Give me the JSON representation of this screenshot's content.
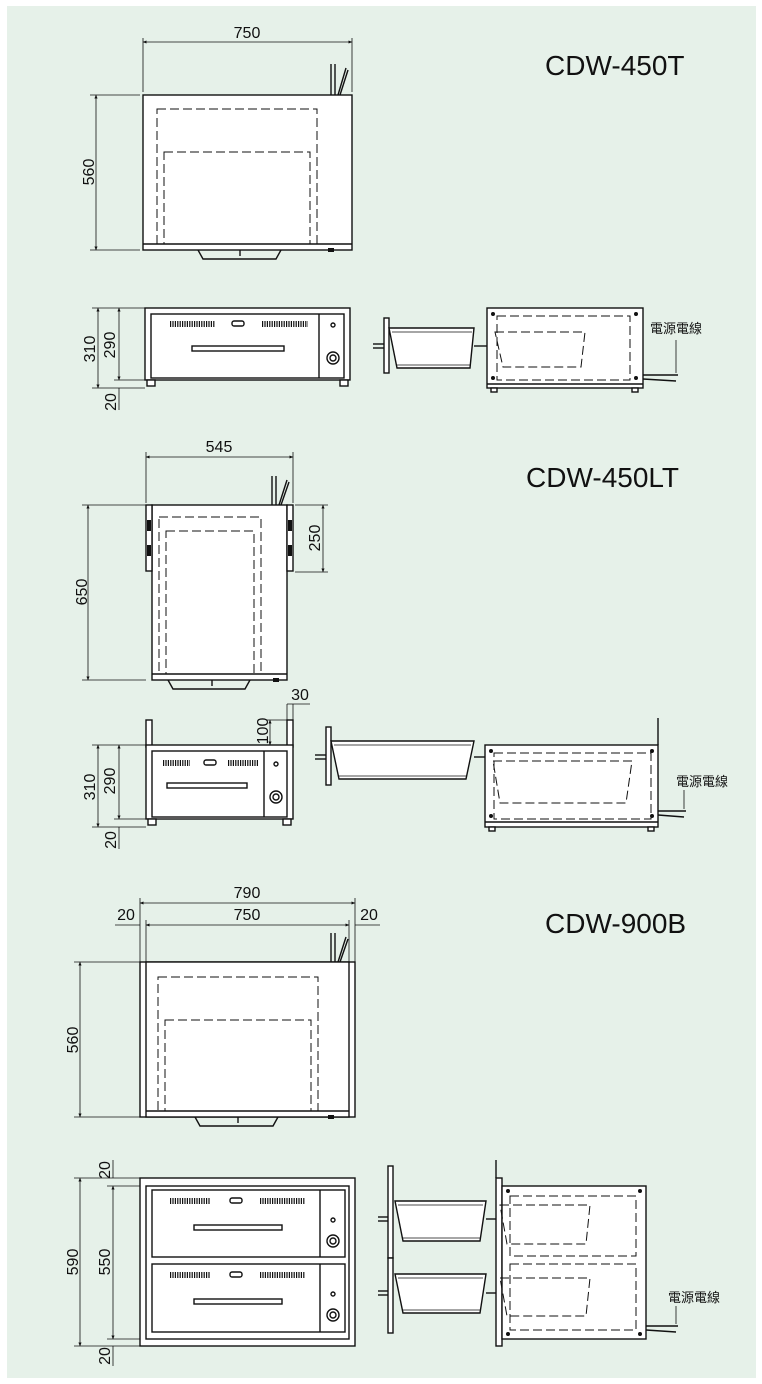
{
  "models": [
    {
      "id": "cdw-450t",
      "name": "CDW-450T",
      "top_view": {
        "width": "750",
        "depth": "560"
      },
      "front_view": {
        "height_total": "310",
        "height_body": "290",
        "leg": "20"
      },
      "side_view": {
        "cord_label": "電源電線"
      }
    },
    {
      "id": "cdw-450lt",
      "name": "CDW-450LT",
      "top_view": {
        "width": "545",
        "depth": "650",
        "bracket": "250"
      },
      "front_view": {
        "bracket_offset": "30",
        "bracket_height": "100",
        "height_total": "310",
        "height_body": "290",
        "leg": "20"
      },
      "side_view": {
        "cord_label": "電源電線"
      }
    },
    {
      "id": "cdw-900b",
      "name": "CDW-900B",
      "top_view": {
        "overall_width": "790",
        "width": "750",
        "side_left": "20",
        "side_right": "20",
        "depth": "560"
      },
      "front_view": {
        "top_margin": "20",
        "height_total": "590",
        "height_body": "550",
        "bottom_margin": "20"
      },
      "side_view": {
        "cord_label": "電源電線"
      }
    }
  ],
  "colors": {
    "panel_background": "#e6f1e9",
    "line": "#111111",
    "unit_fill": "#ffffff"
  }
}
